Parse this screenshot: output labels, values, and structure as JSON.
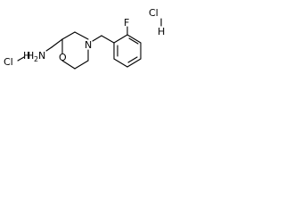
{
  "labels": {
    "hcl_left": "Cl",
    "hcl_left_h": "H",
    "hcl_right": "Cl",
    "hcl_right_h": "H",
    "amine_h": "H",
    "amine_sub": "2",
    "amine_n": "N",
    "ring_n": "N",
    "ring_o": "O",
    "fluoro": "F"
  },
  "colors": {
    "bond": "#000000",
    "text": "#000000",
    "background": "#ffffff"
  }
}
